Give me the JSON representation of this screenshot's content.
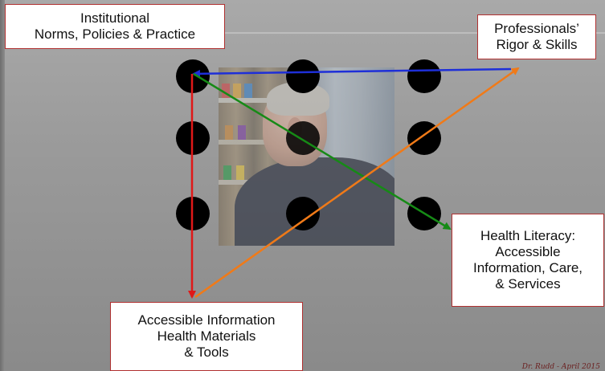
{
  "labels": {
    "top_left": [
      "Institutional",
      "Norms, Policies & Practice"
    ],
    "top_right": [
      "Professionals’",
      "Rigor & Skills"
    ],
    "mid_right": [
      "Health Literacy:",
      "Accessible",
      "Information, Care,",
      "& Services"
    ],
    "bottom": [
      "Accessible Information",
      "Health Materials",
      "& Tools"
    ]
  },
  "signature": "Dr. Rudd - April 2015",
  "dot_grid": {
    "rows": 3,
    "cols": 3
  },
  "arrow_colors": {
    "blue": "#1e2fd8",
    "red": "#e01818",
    "green": "#168a16",
    "orange": "#f07a18"
  },
  "colors": {
    "box_border": "#b03030",
    "dot": "#000000"
  }
}
